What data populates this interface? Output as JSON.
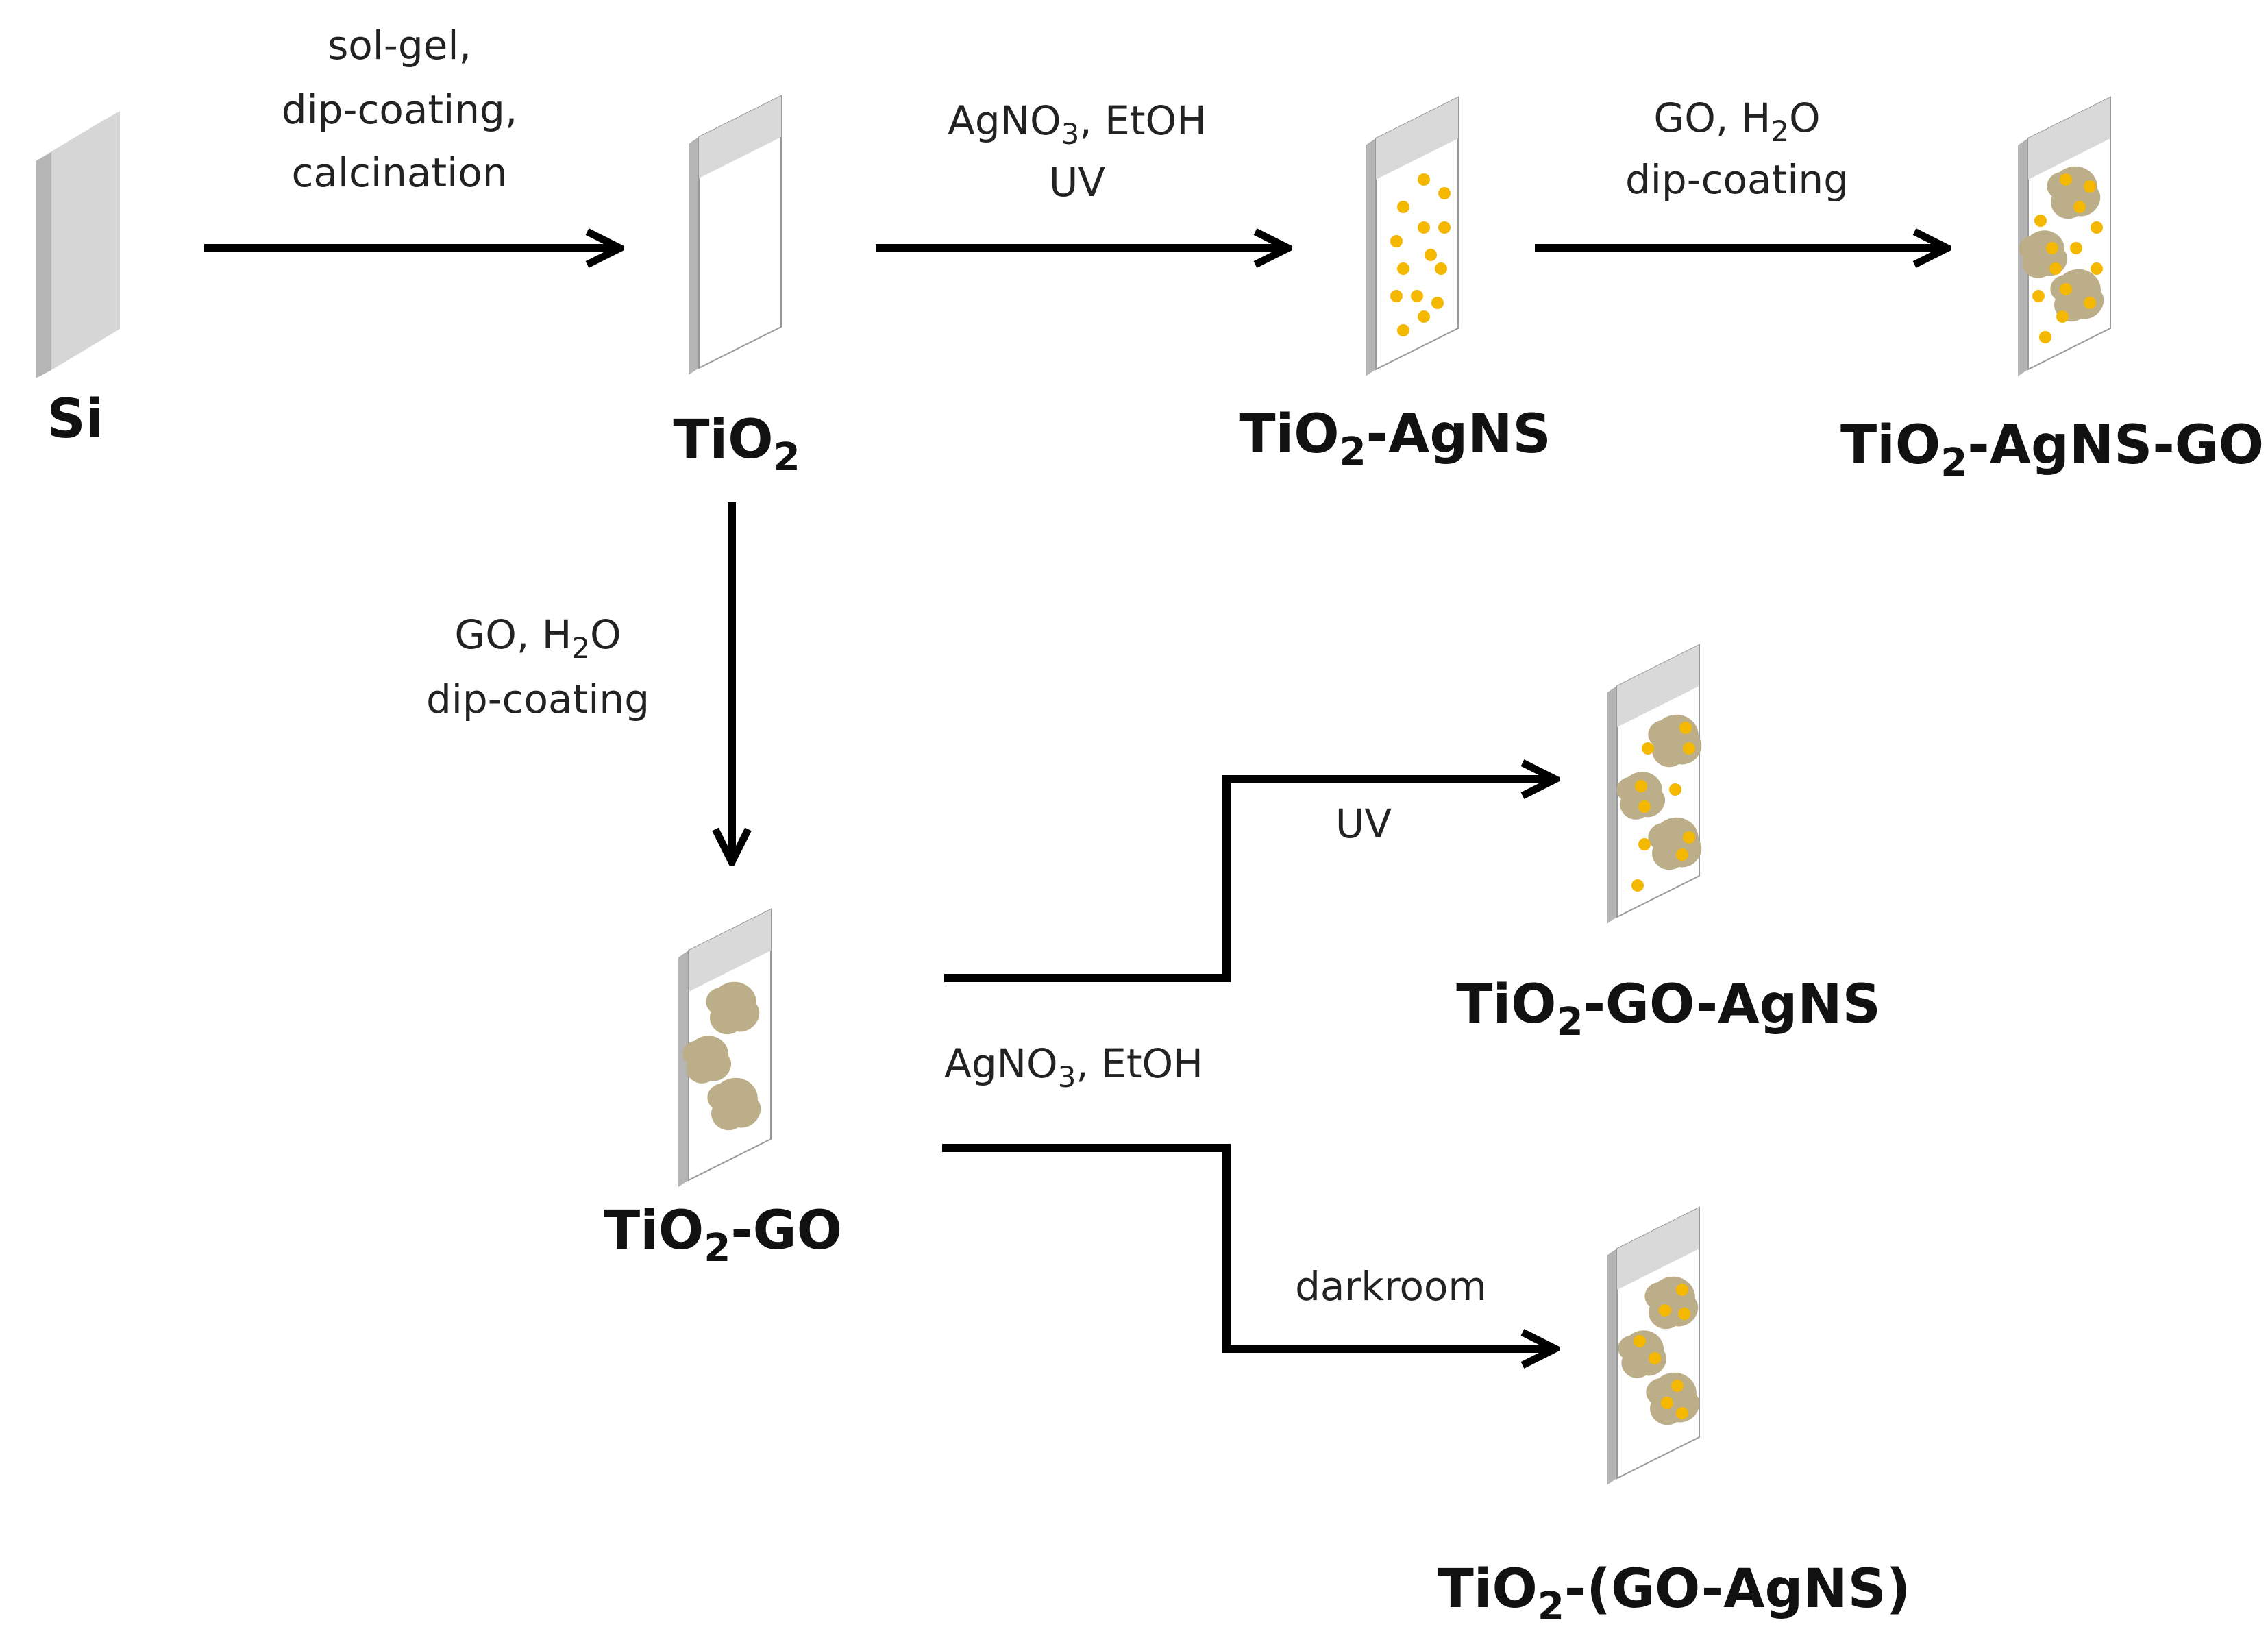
{
  "nodes": {
    "si": {
      "label": "Si"
    },
    "tio2": {
      "label_main": "TiO",
      "label_sub": "2",
      "label_rest": ""
    },
    "tio2_agns": {
      "label_main": "TiO",
      "label_sub": "2",
      "label_rest": "-AgNS"
    },
    "tio2_agns_go": {
      "label_main": "TiO",
      "label_sub": "2",
      "label_rest": "-AgNS-GO"
    },
    "tio2_go": {
      "label_main": "TiO",
      "label_sub": "2",
      "label_rest": "-GO"
    },
    "tio2_go_agns": {
      "label_main": "TiO",
      "label_sub": "2",
      "label_rest": "-GO-AgNS"
    },
    "tio2_go_agns_paren": {
      "label_main": "TiO",
      "label_sub": "2",
      "label_rest": "-(GO-AgNS)"
    }
  },
  "steps": {
    "si_to_tio2": {
      "line1": "sol-gel,",
      "line2": "dip-coating,",
      "line3": "calcination"
    },
    "tio2_to_agns": {
      "line1_a": "AgNO",
      "line1_sub": "3",
      "line1_b": ", EtOH",
      "line2": "UV"
    },
    "agns_to_agns_go": {
      "line1_a": "GO, H",
      "line1_sub": "2",
      "line1_b": "O",
      "line2": "dip-coating"
    },
    "tio2_to_go": {
      "line1_a": "GO, H",
      "line1_sub": "2",
      "line1_b": "O",
      "line2": "dip-coating"
    },
    "go_branch": {
      "reagent_a": "AgNO",
      "reagent_sub": "3",
      "reagent_b": ", EtOH"
    },
    "go_to_go_agns": {
      "label": "UV"
    },
    "go_to_go_agns_paren": {
      "label": "darkroom"
    }
  },
  "colors": {
    "arrow": "#000000",
    "slide_face": "#ffffff",
    "slide_edge": "#b5b5b5",
    "slide_top_band": "#d9d9d9",
    "bare_si": "#d6d6d6",
    "silver_dots": "#f5b800",
    "graphene_oxide": "#bcae88"
  }
}
